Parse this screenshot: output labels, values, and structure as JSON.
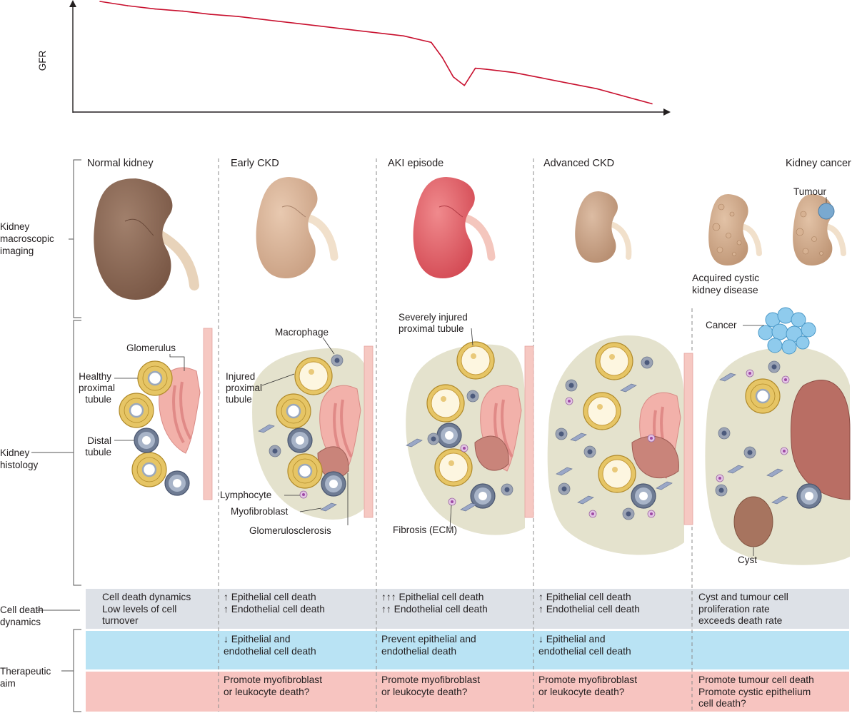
{
  "chart_data": {
    "type": "line",
    "ylabel": "GFR",
    "xlabel": "",
    "x": [
      0,
      5,
      10,
      15,
      20,
      25,
      30,
      35,
      40,
      45,
      50,
      55,
      60,
      62,
      64,
      66,
      68,
      70,
      75,
      80,
      85,
      90,
      95,
      100
    ],
    "series": [
      {
        "color": "#c8102e",
        "values": [
          100,
          96,
          93,
          91,
          88,
          86,
          83,
          80,
          77,
          74,
          71,
          68,
          62,
          48,
          30,
          22,
          38,
          37,
          34,
          29,
          24,
          19,
          12,
          5
        ]
      }
    ]
  },
  "row_labels": {
    "macroscopic": "Kidney\nmacroscopic\nimaging",
    "histology": "Kidney\nhistology",
    "cell_death": "Cell death\ndynamics",
    "therapeutic": "Therapeutic\naim"
  },
  "stages": [
    {
      "title": "Normal kidney"
    },
    {
      "title": "Early CKD"
    },
    {
      "title": "AKI episode"
    },
    {
      "title": "Advanced CKD"
    },
    {
      "title": "Kidney cancer"
    }
  ],
  "annotations": {
    "tumour": "Tumour",
    "acquired_cystic": "Acquired cystic\nkidney disease",
    "glomerulus": "Glomerulus",
    "healthy_pt": "Healthy\nproximal\ntubule",
    "distal": "Distal\ntubule",
    "macrophage": "Macrophage",
    "injured_pt": "Injured\nproximal\ntubule",
    "lymphocyte": "Lymphocyte",
    "myofibroblast": "Myofibroblast",
    "glomerulosclerosis": "Glomerulosclerosis",
    "severely_injured": "Severely injured\nproximal tubule",
    "fibrosis": "Fibrosis (ECM)",
    "cancer": "Cancer",
    "cyst": "Cyst"
  },
  "cell_death_row": [
    "Cell death dynamics\nLow levels of cell\nturnover",
    "↑ Epithelial cell death\n↑ Endothelial cell death",
    "↑↑↑ Epithelial cell death\n↑↑ Endothelial cell death",
    "↑ Epithelial cell death\n↑ Endothelial cell death",
    "Cyst and tumour cell\nproliferation rate\nexceeds death rate"
  ],
  "therapeutic_row_1": [
    "",
    "↓ Epithelial and\n   endothelial cell death",
    "Prevent epithelial and\nendothelial death",
    "↓ Epithelial and\n   endothelial cell death",
    ""
  ],
  "therapeutic_row_2": [
    "",
    "Promote myofibroblast\nor leukocyte death?",
    "Promote myofibroblast\nor leukocyte death?",
    "Promote myofibroblast\nor leukocyte death?",
    "Promote tumour cell death\nPromote cystic epithelium\ncell death?"
  ],
  "colors": {
    "gfr_line": "#c8102e",
    "cell_death_band": "#dde1e7",
    "therapeutic_band_1": "#b9e3f4",
    "therapeutic_band_2": "#f7c4c0",
    "kidney_normal": "#8d6a57",
    "kidney_early": "#d9b499",
    "kidney_aki": "#e3646a",
    "kidney_advanced": "#c9a48a",
    "ecm": "#e4e2cd",
    "tubule_yellow": "#e6c565",
    "cancer_blue": "#8fcbed"
  }
}
